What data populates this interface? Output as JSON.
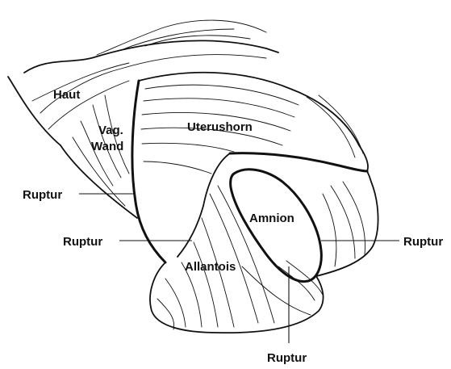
{
  "labels": {
    "haut": "Haut",
    "vag_wand_line1": "Vag.",
    "vag_wand_line2": "Wand",
    "uterushorn": "Uterushorn",
    "amnion": "Amnion",
    "allantois": "Allantois",
    "ruptur_left_upper": "Ruptur",
    "ruptur_left_lower": "Ruptur",
    "ruptur_right": "Ruptur",
    "ruptur_bottom": "Ruptur"
  },
  "colors": {
    "ink": "#111111",
    "background": "#ffffff"
  }
}
